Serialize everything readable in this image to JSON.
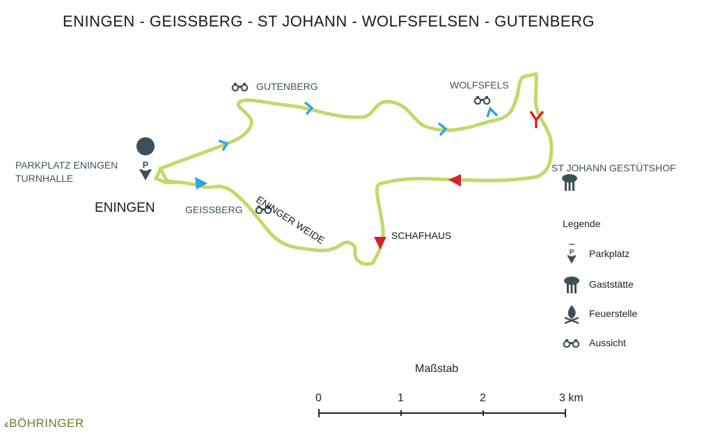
{
  "title": "ENINGEN - GEISSBERG - ST JOHANN - WOLFSFELSEN - GUTENBERG",
  "places": {
    "parkplatz": "PARKPLATZ ENINGEN TURNHALLE",
    "parkplatz_line1": "PARKPLATZ ENINGEN",
    "parkplatz_line2": "TURNHALLE",
    "eningen": "ENINGEN",
    "geissberg": "GEISSBERG",
    "eninger_weide": "ENINGER WEIDE",
    "gutenberg": "GUTENBERG",
    "wolfsfels": "WOLFSFELS",
    "st_johann": "ST JOHANN GESTÜTSHOF",
    "schafhaus": "SCHAFHAUS"
  },
  "legend": {
    "title": "Legende",
    "items": [
      {
        "label": "Parkplatz",
        "icon": "parking-pin-icon"
      },
      {
        "label": "Gaststätte",
        "icon": "restaurant-icon"
      },
      {
        "label": "Feuerstelle",
        "icon": "campfire-icon"
      },
      {
        "label": "Aussicht",
        "icon": "binoculars-icon"
      }
    ]
  },
  "scale": {
    "title": "Maßstab",
    "ticks": [
      "0",
      "1",
      "2",
      "3 km"
    ]
  },
  "brand": {
    "amp": "&",
    "name": "BÖHRINGER"
  },
  "colors": {
    "route": "#c2d96a",
    "blue_marker": "#2aa7df",
    "red_marker": "#d6202e",
    "icon": "#3d4f58"
  }
}
